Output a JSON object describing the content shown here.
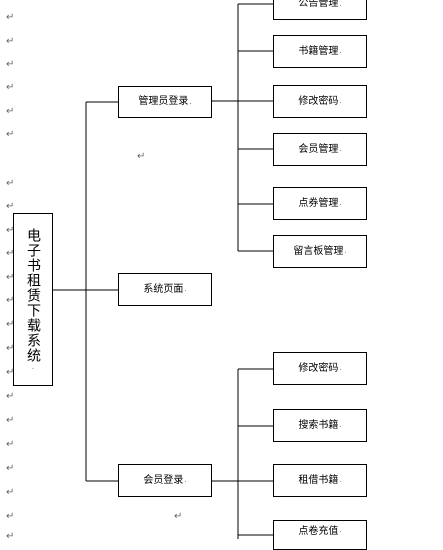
{
  "root": {
    "label": "电子书租赁下载系统"
  },
  "branches": {
    "admin": {
      "label": "管理员登录",
      "children": [
        "公告管理",
        "书籍管理",
        "修改密码",
        "会员管理",
        "点券管理",
        "留言板管理"
      ]
    },
    "system": {
      "label": "系统页面"
    },
    "member": {
      "label": "会员登录",
      "children": [
        "修改密码",
        "搜索书籍",
        "租借书籍",
        "点卷充值"
      ]
    }
  },
  "marks": {
    "paragraph": "↵",
    "small": "."
  }
}
